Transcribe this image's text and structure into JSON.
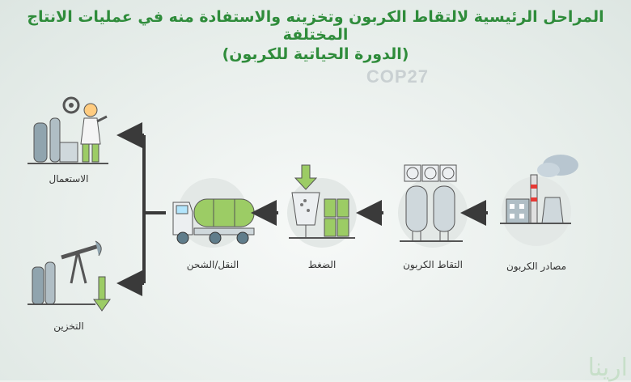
{
  "title": {
    "line1": "المراحل الرئيسية لالتقاط الكربون وتخزينه والاستفادة منه في عمليات الانتاج المختلفة",
    "line2": "(الدورة الحياتية للكربون)"
  },
  "watermark": "COP27",
  "brand": "ارينا",
  "stages": {
    "sources": "مصادر الكربون",
    "capture": "التقاط الكربون",
    "compression": "الضغط",
    "transport": "النقل/الشحن",
    "use": "الاستعمال",
    "storage": "التخزين"
  },
  "colors": {
    "title": "#2f8c3b",
    "arrow": "#3a3a3a",
    "accent_green": "#9ccc65",
    "accent_blue": "#90a4ae"
  }
}
